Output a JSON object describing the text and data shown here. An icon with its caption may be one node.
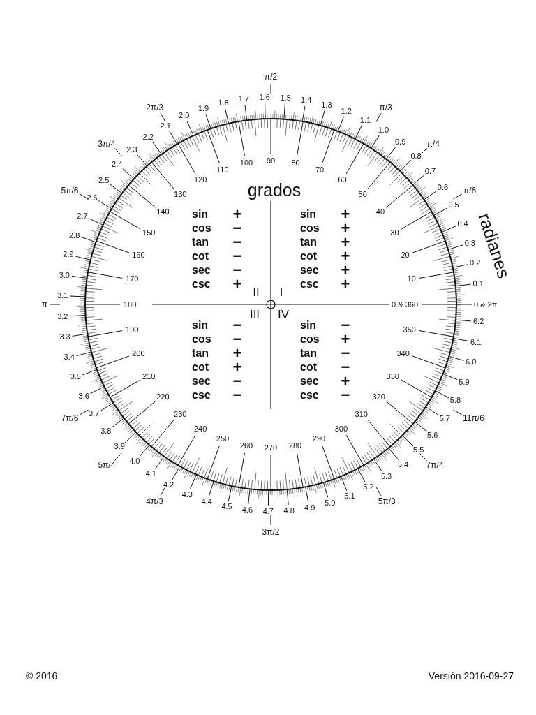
{
  "diagram": {
    "labels": [
      "grados",
      "radianes",
      "0 & 360",
      "10",
      "20",
      "30",
      "40",
      "50",
      "60",
      "70",
      "80",
      "90",
      "100",
      "110",
      "120",
      "130",
      "140",
      "150",
      "160",
      "170",
      "180",
      "190",
      "200",
      "210",
      "220",
      "230",
      "240",
      "250",
      "260",
      "270",
      "280",
      "290",
      "300",
      "310",
      "320",
      "330",
      "340",
      "350",
      "0 & 2π",
      "0.1",
      "0.2",
      "0.3",
      "0.4",
      "0.5",
      "0.6",
      "0.7",
      "0.8",
      "0.9",
      "1.0",
      "1.1",
      "1.2",
      "1.3",
      "1.4",
      "1.5",
      "1.6",
      "1.7",
      "1.8",
      "1.9",
      "2.0",
      "2.1",
      "2.2",
      "2.3",
      "2.4",
      "2.5",
      "2.6",
      "2.7",
      "2.8",
      "2.9",
      "3.0",
      "3.1",
      "3.2",
      "3.3",
      "3.4",
      "3.5",
      "3.6",
      "3.7",
      "3.8",
      "3.9",
      "4.0",
      "4.1",
      "4.2",
      "4.3",
      "4.4",
      "4.5",
      "4.6",
      "4.7",
      "4.8",
      "4.9",
      "5.0",
      "5.1",
      "5.2",
      "5.3",
      "5.4",
      "5.5",
      "5.6",
      "5.7",
      "5.8",
      "5.9",
      "6.0",
      "6.1",
      "6.2",
      "π/6",
      "π/4",
      "π/3",
      "π/2",
      "2π/3",
      "3π/4",
      "5π/6",
      "π",
      "7π/6",
      "5π/4",
      "4π/3",
      "3π/2",
      "5π/3",
      "7π/4",
      "11π/6",
      "II",
      "I",
      "III",
      "IV",
      "sin",
      "+",
      "cos",
      "−",
      "tan",
      "−",
      "cot",
      "−",
      "sec",
      "−",
      "csc",
      "+",
      "sin",
      "+",
      "cos",
      "+",
      "tan",
      "+",
      "cot",
      "+",
      "sec",
      "+",
      "csc",
      "+",
      "sin",
      "−",
      "cos",
      "−",
      "tan",
      "+",
      "cot",
      "+",
      "sec",
      "−",
      "csc",
      "−",
      "sin",
      "−",
      "cos",
      "+",
      "tan",
      "−",
      "cot",
      "−",
      "sec",
      "+",
      "csc",
      "−",
      "© 2016",
      "Versión 2016-09-27"
    ]
  }
}
